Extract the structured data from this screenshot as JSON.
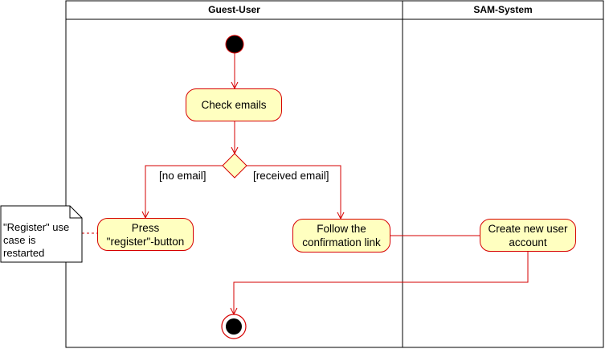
{
  "diagram": {
    "lanes": [
      {
        "id": "guest",
        "title": "Guest-User"
      },
      {
        "id": "system",
        "title": "SAM-System"
      }
    ],
    "actions": {
      "check_emails": "Check emails",
      "press_register_line1": "Press",
      "press_register_line2": "\"register\"-button",
      "follow_link_line1": "Follow the",
      "follow_link_line2": "confirmation link",
      "create_account_line1": "Create new user",
      "create_account_line2": "account"
    },
    "guards": {
      "no_email": "[no email]",
      "received_email": "[received email]"
    },
    "note": {
      "line1": "\"Register\" use",
      "line2": "case is",
      "line3": "restarted"
    },
    "colors": {
      "stroke": "#d60000",
      "action_fill": "#ffffc0",
      "lane_border": "#000000"
    }
  }
}
